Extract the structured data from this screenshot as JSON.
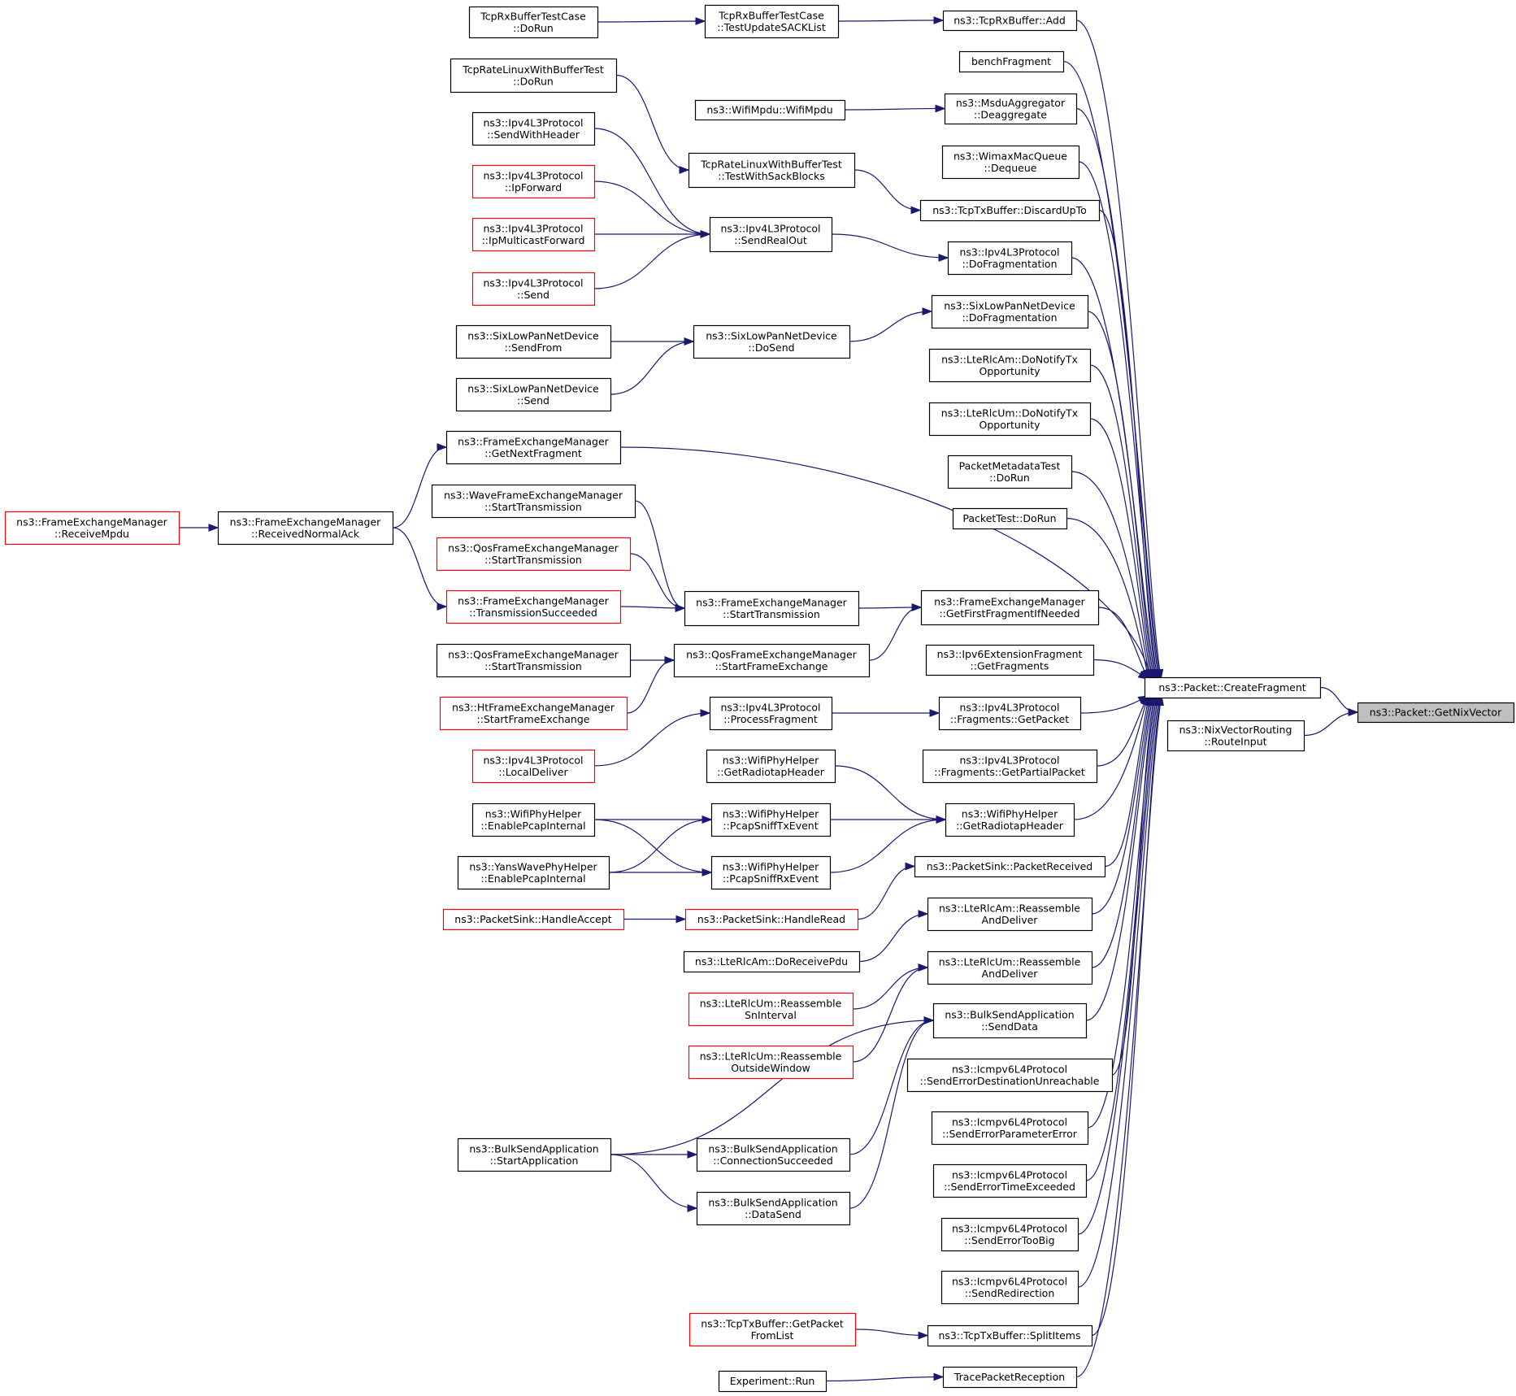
{
  "graph": {
    "type": "doxygen-caller-graph",
    "focus_node": "getnixvector",
    "nodes": [
      {
        "id": "getnixvector",
        "lines": [
          "ns3::Packet::GetNixVector"
        ],
        "style": "focus"
      },
      {
        "id": "createfragment",
        "lines": [
          "ns3::Packet::CreateFragment"
        ],
        "style": "normal"
      },
      {
        "id": "nixrouteinput",
        "lines": [
          "ns3::NixVectorRouting",
          "::RouteInput"
        ],
        "style": "normal"
      },
      {
        "id": "tcprxadd",
        "lines": [
          "ns3::TcpRxBuffer::Add"
        ],
        "style": "normal"
      },
      {
        "id": "benchfragment",
        "lines": [
          "benchFragment"
        ],
        "style": "normal"
      },
      {
        "id": "msdudeagg",
        "lines": [
          "ns3::MsduAggregator",
          "::Deaggregate"
        ],
        "style": "normal"
      },
      {
        "id": "wimaxdequeue",
        "lines": [
          "ns3::WimaxMacQueue",
          "::Dequeue"
        ],
        "style": "normal"
      },
      {
        "id": "tcptxdiscard",
        "lines": [
          "ns3::TcpTxBuffer::DiscardUpTo"
        ],
        "style": "normal"
      },
      {
        "id": "ipv4dofrag",
        "lines": [
          "ns3::Ipv4L3Protocol",
          "::DoFragmentation"
        ],
        "style": "normal"
      },
      {
        "id": "sixdofrag",
        "lines": [
          "ns3::SixLowPanNetDevice",
          "::DoFragmentation"
        ],
        "style": "normal"
      },
      {
        "id": "lteamnotify",
        "lines": [
          "ns3::LteRlcAm::DoNotifyTx",
          "Opportunity"
        ],
        "style": "normal"
      },
      {
        "id": "lteumnotify",
        "lines": [
          "ns3::LteRlcUm::DoNotifyTx",
          "Opportunity"
        ],
        "style": "normal"
      },
      {
        "id": "pktmetatest",
        "lines": [
          "PacketMetadataTest",
          "::DoRun"
        ],
        "style": "normal"
      },
      {
        "id": "packettest",
        "lines": [
          "PacketTest::DoRun"
        ],
        "style": "normal"
      },
      {
        "id": "fem_getfirst",
        "lines": [
          "ns3::FrameExchangeManager",
          "::GetFirstFragmentIfNeeded"
        ],
        "style": "normal"
      },
      {
        "id": "ipv6extfrag",
        "lines": [
          "ns3::Ipv6ExtensionFragment",
          "::GetFragments"
        ],
        "style": "normal"
      },
      {
        "id": "ipv4fraggetpkt",
        "lines": [
          "ns3::Ipv4L3Protocol",
          "::Fragments::GetPacket"
        ],
        "style": "normal"
      },
      {
        "id": "ipv4fraggetpartial",
        "lines": [
          "ns3::Ipv4L3Protocol",
          "::Fragments::GetPartialPacket"
        ],
        "style": "normal"
      },
      {
        "id": "wifiradiotap2",
        "lines": [
          "ns3::WifiPhyHelper",
          "::GetRadiotapHeader"
        ],
        "style": "normal"
      },
      {
        "id": "pktsinkrecv",
        "lines": [
          "ns3::PacketSink::PacketReceived"
        ],
        "style": "normal"
      },
      {
        "id": "lteamreasm",
        "lines": [
          "ns3::LteRlcAm::Reassemble",
          "AndDeliver"
        ],
        "style": "normal"
      },
      {
        "id": "lteumreasm",
        "lines": [
          "ns3::LteRlcUm::Reassemble",
          "AndDeliver"
        ],
        "style": "normal"
      },
      {
        "id": "bulksenddata",
        "lines": [
          "ns3::BulkSendApplication",
          "::SendData"
        ],
        "style": "normal"
      },
      {
        "id": "icmpdestunreach",
        "lines": [
          "ns3::Icmpv6L4Protocol",
          "::SendErrorDestinationUnreachable"
        ],
        "style": "normal"
      },
      {
        "id": "icmpparamerr",
        "lines": [
          "ns3::Icmpv6L4Protocol",
          "::SendErrorParameterError"
        ],
        "style": "normal"
      },
      {
        "id": "icmptimeexc",
        "lines": [
          "ns3::Icmpv6L4Protocol",
          "::SendErrorTimeExceeded"
        ],
        "style": "normal"
      },
      {
        "id": "icmptoobig",
        "lines": [
          "ns3::Icmpv6L4Protocol",
          "::SendErrorTooBig"
        ],
        "style": "normal"
      },
      {
        "id": "icmpredirect",
        "lines": [
          "ns3::Icmpv6L4Protocol",
          "::SendRedirection"
        ],
        "style": "normal"
      },
      {
        "id": "tcptxsplit",
        "lines": [
          "ns3::TcpTxBuffer::SplitItems"
        ],
        "style": "normal"
      },
      {
        "id": "tracepktrecv",
        "lines": [
          "TracePacketReception"
        ],
        "style": "normal"
      },
      {
        "id": "tcprxtestupdate",
        "lines": [
          "TcpRxBufferTestCase",
          "::TestUpdateSACKList"
        ],
        "style": "normal"
      },
      {
        "id": "tcprxtestdorun",
        "lines": [
          "TcpRxBufferTestCase",
          "::DoRun"
        ],
        "style": "normal"
      },
      {
        "id": "wifimpdu",
        "lines": [
          "ns3::WifiMpdu::WifiMpdu"
        ],
        "style": "normal"
      },
      {
        "id": "tcpratetestsack",
        "lines": [
          "TcpRateLinuxWithBufferTest",
          "::TestWithSackBlocks"
        ],
        "style": "normal"
      },
      {
        "id": "tcpratetestdorun",
        "lines": [
          "TcpRateLinuxWithBufferTest",
          "::DoRun"
        ],
        "style": "normal"
      },
      {
        "id": "ipv4sendrealout",
        "lines": [
          "ns3::Ipv4L3Protocol",
          "::SendRealOut"
        ],
        "style": "normal"
      },
      {
        "id": "ipv4sendwithhdr",
        "lines": [
          "ns3::Ipv4L3Protocol",
          "::SendWithHeader"
        ],
        "style": "normal"
      },
      {
        "id": "ipv4ipforward",
        "lines": [
          "ns3::Ipv4L3Protocol",
          "::IpForward"
        ],
        "style": "truncated"
      },
      {
        "id": "ipv4ipmcast",
        "lines": [
          "ns3::Ipv4L3Protocol",
          "::IpMulticastForward"
        ],
        "style": "truncated"
      },
      {
        "id": "ipv4send",
        "lines": [
          "ns3::Ipv4L3Protocol",
          "::Send"
        ],
        "style": "truncated"
      },
      {
        "id": "sixdosend",
        "lines": [
          "ns3::SixLowPanNetDevice",
          "::DoSend"
        ],
        "style": "normal"
      },
      {
        "id": "sixsendfrom",
        "lines": [
          "ns3::SixLowPanNetDevice",
          "::SendFrom"
        ],
        "style": "normal"
      },
      {
        "id": "sixsend",
        "lines": [
          "ns3::SixLowPanNetDevice",
          "::Send"
        ],
        "style": "normal"
      },
      {
        "id": "fem_getnext",
        "lines": [
          "ns3::FrameExchangeManager",
          "::GetNextFragment"
        ],
        "style": "normal"
      },
      {
        "id": "fem_recvnormalack",
        "lines": [
          "ns3::FrameExchangeManager",
          "::ReceivedNormalAck"
        ],
        "style": "normal"
      },
      {
        "id": "fem_recvmpdu",
        "lines": [
          "ns3::FrameExchangeManager",
          "::ReceiveMpdu"
        ],
        "style": "truncated"
      },
      {
        "id": "wavefem_starttx",
        "lines": [
          "ns3::WaveFrameExchangeManager",
          "::StartTransmission"
        ],
        "style": "normal"
      },
      {
        "id": "qosfem_starttx_r",
        "lines": [
          "ns3::QosFrameExchangeManager",
          "::StartTransmission"
        ],
        "style": "truncated"
      },
      {
        "id": "fem_txsucc",
        "lines": [
          "ns3::FrameExchangeManager",
          "::TransmissionSucceeded"
        ],
        "style": "truncated"
      },
      {
        "id": "fem_starttx",
        "lines": [
          "ns3::FrameExchangeManager",
          "::StartTransmission"
        ],
        "style": "normal"
      },
      {
        "id": "qosfem_startfe",
        "lines": [
          "ns3::QosFrameExchangeManager",
          "::StartFrameExchange"
        ],
        "style": "normal"
      },
      {
        "id": "qosfem_starttx",
        "lines": [
          "ns3::QosFrameExchangeManager",
          "::StartTransmission"
        ],
        "style": "normal"
      },
      {
        "id": "htfem_startfe",
        "lines": [
          "ns3::HtFrameExchangeManager",
          "::StartFrameExchange"
        ],
        "style": "truncated"
      },
      {
        "id": "ipv4procfrag",
        "lines": [
          "ns3::Ipv4L3Protocol",
          "::ProcessFragment"
        ],
        "style": "normal"
      },
      {
        "id": "ipv4localdeliver",
        "lines": [
          "ns3::Ipv4L3Protocol",
          "::LocalDeliver"
        ],
        "style": "truncated"
      },
      {
        "id": "wifiradiotap1",
        "lines": [
          "ns3::WifiPhyHelper",
          "::GetRadiotapHeader"
        ],
        "style": "normal"
      },
      {
        "id": "wifisnifftx",
        "lines": [
          "ns3::WifiPhyHelper",
          "::PcapSniffTxEvent"
        ],
        "style": "normal"
      },
      {
        "id": "wifisniffrx",
        "lines": [
          "ns3::WifiPhyHelper",
          "::PcapSniffRxEvent"
        ],
        "style": "normal"
      },
      {
        "id": "wifienablepcap",
        "lines": [
          "ns3::WifiPhyHelper",
          "::EnablePcapInternal"
        ],
        "style": "normal"
      },
      {
        "id": "yansenablepcap",
        "lines": [
          "ns3::YansWavePhyHelper",
          "::EnablePcapInternal"
        ],
        "style": "normal"
      },
      {
        "id": "pktsinkhandleread",
        "lines": [
          "ns3::PacketSink::HandleRead"
        ],
        "style": "truncated"
      },
      {
        "id": "pktsinkhandleaccept",
        "lines": [
          "ns3::PacketSink::HandleAccept"
        ],
        "style": "truncated"
      },
      {
        "id": "lteamdorecv",
        "lines": [
          "ns3::LteRlcAm::DoReceivePdu"
        ],
        "style": "normal"
      },
      {
        "id": "lteumreasmsn",
        "lines": [
          "ns3::LteRlcUm::Reassemble",
          "SnInterval"
        ],
        "style": "truncated"
      },
      {
        "id": "lteumreasmout",
        "lines": [
          "ns3::LteRlcUm::Reassemble",
          "OutsideWindow"
        ],
        "style": "truncated"
      },
      {
        "id": "bulkstartapp",
        "lines": [
          "ns3::BulkSendApplication",
          "::StartApplication"
        ],
        "style": "normal"
      },
      {
        "id": "bulkconnsucc",
        "lines": [
          "ns3::BulkSendApplication",
          "::ConnectionSucceeded"
        ],
        "style": "normal"
      },
      {
        "id": "bulkdatasend",
        "lines": [
          "ns3::BulkSendApplication",
          "::DataSend"
        ],
        "style": "normal"
      },
      {
        "id": "tcptxgetpktfrom",
        "lines": [
          "ns3::TcpTxBuffer::GetPacket",
          "FromList"
        ],
        "style": "truncated"
      },
      {
        "id": "experimentrun",
        "lines": [
          "Experiment::Run"
        ],
        "style": "normal"
      }
    ],
    "edges": [
      {
        "from": "createfragment",
        "to": "getnixvector"
      },
      {
        "from": "nixrouteinput",
        "to": "getnixvector"
      },
      {
        "from": "tcprxadd",
        "to": "createfragment"
      },
      {
        "from": "benchfragment",
        "to": "createfragment"
      },
      {
        "from": "msdudeagg",
        "to": "createfragment"
      },
      {
        "from": "wimaxdequeue",
        "to": "createfragment"
      },
      {
        "from": "tcptxdiscard",
        "to": "createfragment"
      },
      {
        "from": "ipv4dofrag",
        "to": "createfragment"
      },
      {
        "from": "sixdofrag",
        "to": "createfragment"
      },
      {
        "from": "lteamnotify",
        "to": "createfragment"
      },
      {
        "from": "lteumnotify",
        "to": "createfragment"
      },
      {
        "from": "pktmetatest",
        "to": "createfragment"
      },
      {
        "from": "packettest",
        "to": "createfragment"
      },
      {
        "from": "fem_getnext",
        "to": "createfragment"
      },
      {
        "from": "fem_getfirst",
        "to": "createfragment"
      },
      {
        "from": "ipv6extfrag",
        "to": "createfragment"
      },
      {
        "from": "ipv4fraggetpkt",
        "to": "createfragment"
      },
      {
        "from": "ipv4fraggetpartial",
        "to": "createfragment"
      },
      {
        "from": "wifiradiotap2",
        "to": "createfragment"
      },
      {
        "from": "pktsinkrecv",
        "to": "createfragment"
      },
      {
        "from": "lteamreasm",
        "to": "createfragment"
      },
      {
        "from": "lteumreasm",
        "to": "createfragment"
      },
      {
        "from": "bulksenddata",
        "to": "createfragment"
      },
      {
        "from": "icmpdestunreach",
        "to": "createfragment"
      },
      {
        "from": "icmpparamerr",
        "to": "createfragment"
      },
      {
        "from": "icmptimeexc",
        "to": "createfragment"
      },
      {
        "from": "icmptoobig",
        "to": "createfragment"
      },
      {
        "from": "icmpredirect",
        "to": "createfragment"
      },
      {
        "from": "tcptxsplit",
        "to": "createfragment"
      },
      {
        "from": "tracepktrecv",
        "to": "createfragment"
      },
      {
        "from": "tcprxtestupdate",
        "to": "tcprxadd"
      },
      {
        "from": "tcprxtestdorun",
        "to": "tcprxtestupdate"
      },
      {
        "from": "wifimpdu",
        "to": "msdudeagg"
      },
      {
        "from": "tcpratetestsack",
        "to": "tcptxdiscard"
      },
      {
        "from": "tcpratetestdorun",
        "to": "tcpratetestsack"
      },
      {
        "from": "ipv4sendrealout",
        "to": "ipv4dofrag"
      },
      {
        "from": "ipv4sendwithhdr",
        "to": "ipv4sendrealout"
      },
      {
        "from": "ipv4ipforward",
        "to": "ipv4sendrealout"
      },
      {
        "from": "ipv4ipmcast",
        "to": "ipv4sendrealout"
      },
      {
        "from": "ipv4send",
        "to": "ipv4sendrealout"
      },
      {
        "from": "sixdosend",
        "to": "sixdofrag"
      },
      {
        "from": "sixsendfrom",
        "to": "sixdosend"
      },
      {
        "from": "sixsend",
        "to": "sixdosend"
      },
      {
        "from": "fem_recvnormalack",
        "to": "fem_getnext"
      },
      {
        "from": "fem_recvnormalack",
        "to": "fem_txsucc"
      },
      {
        "from": "fem_recvmpdu",
        "to": "fem_recvnormalack"
      },
      {
        "from": "fem_starttx",
        "to": "fem_getfirst"
      },
      {
        "from": "qosfem_startfe",
        "to": "fem_getfirst"
      },
      {
        "from": "wavefem_starttx",
        "to": "fem_starttx"
      },
      {
        "from": "qosfem_starttx_r",
        "to": "fem_starttx"
      },
      {
        "from": "fem_txsucc",
        "to": "fem_starttx"
      },
      {
        "from": "qosfem_starttx",
        "to": "qosfem_startfe"
      },
      {
        "from": "htfem_startfe",
        "to": "qosfem_startfe"
      },
      {
        "from": "ipv4procfrag",
        "to": "ipv4fraggetpkt"
      },
      {
        "from": "ipv4localdeliver",
        "to": "ipv4procfrag"
      },
      {
        "from": "wifiradiotap1",
        "to": "wifiradiotap2"
      },
      {
        "from": "wifisnifftx",
        "to": "wifiradiotap2"
      },
      {
        "from": "wifisniffrx",
        "to": "wifiradiotap2"
      },
      {
        "from": "wifienablepcap",
        "to": "wifisnifftx"
      },
      {
        "from": "wifienablepcap",
        "to": "wifisniffrx"
      },
      {
        "from": "yansenablepcap",
        "to": "wifisnifftx"
      },
      {
        "from": "yansenablepcap",
        "to": "wifisniffrx"
      },
      {
        "from": "pktsinkhandleread",
        "to": "pktsinkrecv"
      },
      {
        "from": "pktsinkhandleaccept",
        "to": "pktsinkhandleread"
      },
      {
        "from": "lteamdorecv",
        "to": "lteamreasm"
      },
      {
        "from": "lteumreasmsn",
        "to": "lteumreasm"
      },
      {
        "from": "lteumreasmout",
        "to": "lteumreasm"
      },
      {
        "from": "bulkstartapp",
        "to": "bulksenddata"
      },
      {
        "from": "bulkconnsucc",
        "to": "bulksenddata"
      },
      {
        "from": "bulkdatasend",
        "to": "bulksenddata"
      },
      {
        "from": "bulkstartapp",
        "to": "bulkconnsucc"
      },
      {
        "from": "bulkstartapp",
        "to": "bulkdatasend"
      },
      {
        "from": "tcptxgetpktfrom",
        "to": "tcptxsplit"
      },
      {
        "from": "experimentrun",
        "to": "tracepktrecv"
      }
    ]
  }
}
